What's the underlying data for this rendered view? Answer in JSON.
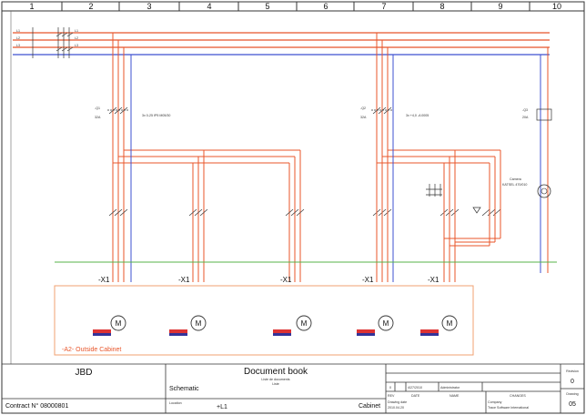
{
  "column_numbers": [
    "1",
    "2",
    "3",
    "4",
    "5",
    "6",
    "7",
    "8",
    "9",
    "10"
  ],
  "busbar_labels": [
    "L1",
    "L2",
    "L3"
  ],
  "busbar_small_labels": [
    "L1",
    "L2",
    "L3"
  ],
  "terminal_strip_label": "-X1",
  "cabinet_label": "-A2- Outside Cabinet",
  "motor_symbol": "M",
  "tech_labels": {
    "q1": "-Q1",
    "q1_rating": "32A",
    "q1_spec": "3x 0-25 IP5 M05/30",
    "q2": "-Q2",
    "q2_rating": "32A",
    "q2_spec": "3x +4,0 -A 0005",
    "q3": "-Q3",
    "q3_rating": "20A",
    "cam_label": "Camera",
    "cam_spec": "KATSEL 470/010"
  },
  "title_block": {
    "company_left": "JBD",
    "doc_title": "Document book",
    "doc_subtitle_1": "Liste de documents",
    "doc_subtitle_2": "Liste",
    "schematic": "Schematic",
    "location_label": "Location",
    "location_value": "+L1",
    "contract": "Contract N° 08000801",
    "cabinet": "Cabinet",
    "rev_row": [
      "0",
      "4/27/2010",
      "Administrator",
      ""
    ],
    "rev_headers": [
      "REV",
      "DATE",
      "NAME",
      "CHANGES"
    ],
    "drawing_date_label": "Drawing date",
    "drawing_date_value": "2010.04.20",
    "company_label": "Company",
    "company_value": "Trace Software International",
    "revision_label": "Revision",
    "revision_value": "0",
    "drawing_label": "Drawing",
    "drawing_value": "05"
  }
}
